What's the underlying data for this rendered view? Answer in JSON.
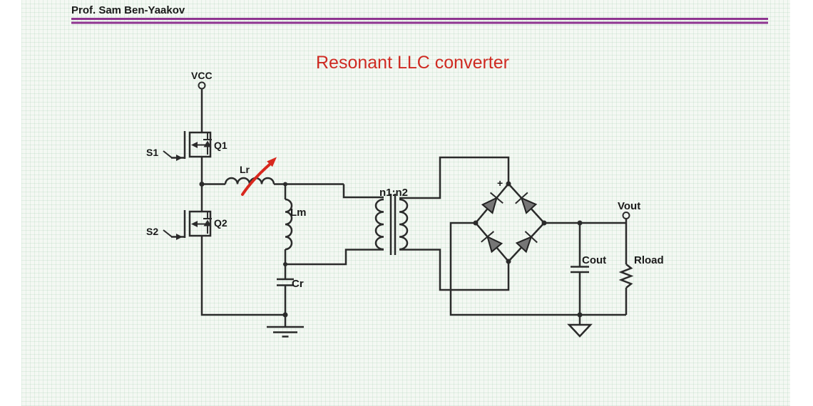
{
  "header": {
    "author": "Prof. Sam Ben-Yaakov"
  },
  "slide": {
    "title": "Resonant LLC converter"
  },
  "circuit": {
    "supply_label": "VCC",
    "switch1_drive": "S1",
    "switch2_drive": "S2",
    "mosfet1": "Q1",
    "mosfet2": "Q2",
    "resonant_inductor": "Lr",
    "magnetizing_inductor": "Lm",
    "resonant_capacitor": "Cr",
    "transformer_ratio": "n1:n2",
    "bridge_polarity": "+",
    "output_voltage": "Vout",
    "output_capacitor": "Cout",
    "load_resistor": "Rload"
  },
  "colors": {
    "title": "#cf2a22",
    "annotation_arrow": "#d8281e",
    "header_rule": "#8e3590",
    "wire": "#2b2b2b",
    "diode_fill": "#767676",
    "grid_paper": "#f4f8f3"
  }
}
